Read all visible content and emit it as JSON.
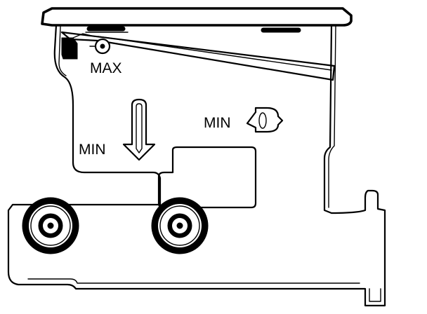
{
  "labels": {
    "max": "MAX",
    "min_vertical": "MIN",
    "min_horizontal": "MIN"
  },
  "colors": {
    "line": "#000000",
    "background": "#ffffff"
  },
  "icons": {
    "vertical_adjuster": "vertical-slot-arrow-icon",
    "horizontal_adjuster": "horizontal-slot-arrow-icon",
    "max_screw": "screw-icon",
    "left_wheel": "roller-wheel-icon",
    "right_wheel": "roller-wheel-icon"
  }
}
